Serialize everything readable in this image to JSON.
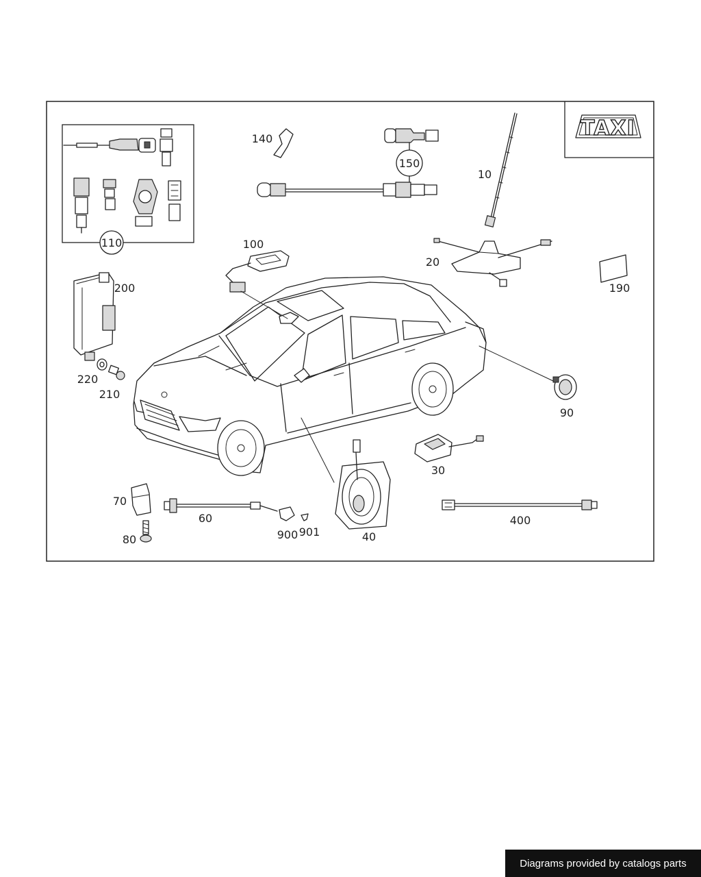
{
  "callouts": {
    "p10": "10",
    "p20": "20",
    "p30": "30",
    "p40": "40",
    "p60": "60",
    "p70": "70",
    "p80": "80",
    "p90": "90",
    "p100": "100",
    "p110": "110",
    "p140": "140",
    "p150": "150",
    "p190": "190",
    "p200": "200",
    "p210": "210",
    "p220": "220",
    "p400": "400",
    "p900": "900",
    "p901": "901"
  },
  "taxi_sign": {
    "text": "TAXI"
  },
  "footer": {
    "text": "Diagrams provided by catalogs parts"
  }
}
